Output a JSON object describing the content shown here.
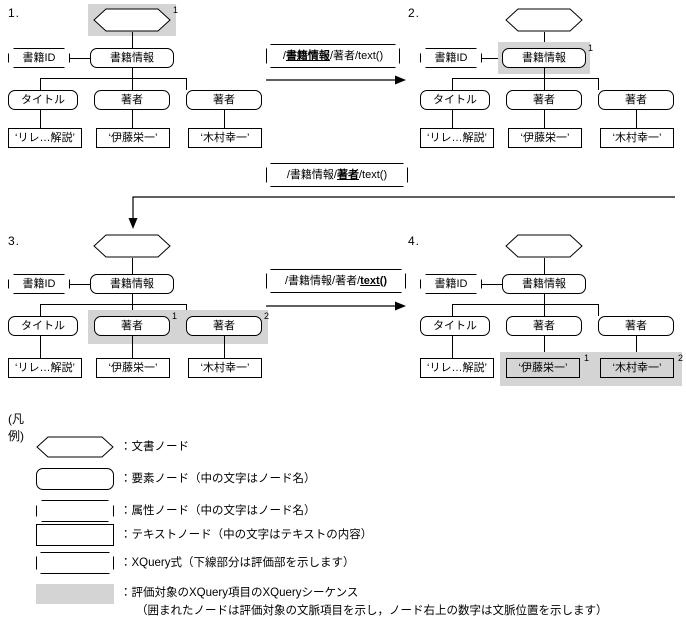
{
  "panels": [
    {
      "number": "1.",
      "doc_node": {
        "label": "",
        "context_index": "1",
        "highlighted": true
      },
      "attr_node": {
        "label": "書籍ID"
      },
      "root_elem": {
        "label": "書籍情報"
      },
      "children": [
        {
          "label": "タイトル"
        },
        {
          "label": "著者"
        },
        {
          "label": "著者"
        }
      ],
      "texts": [
        {
          "label": "‘リレ…解説’"
        },
        {
          "label": "‘伊藤栄一’"
        },
        {
          "label": "‘木村幸一’"
        }
      ]
    },
    {
      "number": "2.",
      "doc_node": {
        "label": "",
        "context_index": "",
        "highlighted": false
      },
      "attr_node": {
        "label": "書籍ID"
      },
      "root_elem": {
        "label": "書籍情報",
        "context_index": "1",
        "highlighted": true
      },
      "children": [
        {
          "label": "タイトル"
        },
        {
          "label": "著者"
        },
        {
          "label": "著者"
        }
      ],
      "texts": [
        {
          "label": "‘リレ…解説’"
        },
        {
          "label": "‘伊藤栄一’"
        },
        {
          "label": "‘木村幸一’"
        }
      ]
    },
    {
      "number": "3.",
      "doc_node": {
        "label": "",
        "context_index": "",
        "highlighted": false
      },
      "attr_node": {
        "label": "書籍ID"
      },
      "root_elem": {
        "label": "書籍情報"
      },
      "children": [
        {
          "label": "タイトル"
        },
        {
          "label": "著者",
          "context_index": "1",
          "highlighted": true
        },
        {
          "label": "著者",
          "context_index": "2",
          "highlighted": true
        }
      ],
      "texts": [
        {
          "label": "‘リレ…解説’"
        },
        {
          "label": "‘伊藤栄一’"
        },
        {
          "label": "‘木村幸一’"
        }
      ]
    },
    {
      "number": "4.",
      "doc_node": {
        "label": "",
        "context_index": "",
        "highlighted": false
      },
      "attr_node": {
        "label": "書籍ID"
      },
      "root_elem": {
        "label": "書籍情報"
      },
      "children": [
        {
          "label": "タイトル"
        },
        {
          "label": "著者"
        },
        {
          "label": "著者"
        }
      ],
      "texts": [
        {
          "label": "‘リレ…解説’"
        },
        {
          "label": "‘伊藤栄一’",
          "context_index": "1",
          "highlighted": true
        },
        {
          "label": "‘木村幸一’",
          "context_index": "2",
          "highlighted": true
        }
      ]
    }
  ],
  "expressions": [
    {
      "prefix": "/",
      "emphasis": "書籍情報",
      "suffix": "/著者/text()"
    },
    {
      "prefix": "/書籍情報/",
      "emphasis": "著者",
      "suffix": "/text()"
    },
    {
      "prefix": "/書籍情報/著者/",
      "emphasis": "text()",
      "suffix": ""
    }
  ],
  "legend": {
    "title": "(凡例)",
    "items": [
      {
        "shape": "document-node",
        "text": "：文書ノード"
      },
      {
        "shape": "element-node",
        "text": "：要素ノード（中の文字はノード名）"
      },
      {
        "shape": "attribute-node",
        "text": "：属性ノード（中の文字はノード名）"
      },
      {
        "shape": "text-node",
        "text": "：テキストノード（中の文字はテキストの内容）"
      },
      {
        "shape": "xquery-expression",
        "text": "：XQuery式（下線部分は評価部を示します）"
      },
      {
        "shape": "shade-swatch",
        "text": "：評価対象のXQuery項目のXQueryシーケンス",
        "subtext": "（囲まれたノードは評価対象の文脈項目を示し，ノード右上の数字は文脈位置を示します）"
      }
    ]
  },
  "colors": {
    "shade": "#d4d4d4",
    "stroke": "#000000",
    "background": "#ffffff"
  }
}
